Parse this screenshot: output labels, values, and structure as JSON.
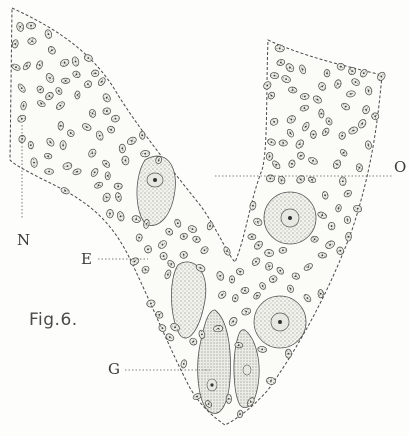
{
  "figure": {
    "caption": "Fig.6.",
    "labels": {
      "n": "N",
      "e": "E",
      "g": "G",
      "o": "O"
    }
  },
  "colors": {
    "ink": "#3a3a3a",
    "nucleus_fill": "#d9d9d2",
    "cell_fill": "#cfcfc7",
    "paper": "#fdfdfb"
  }
}
